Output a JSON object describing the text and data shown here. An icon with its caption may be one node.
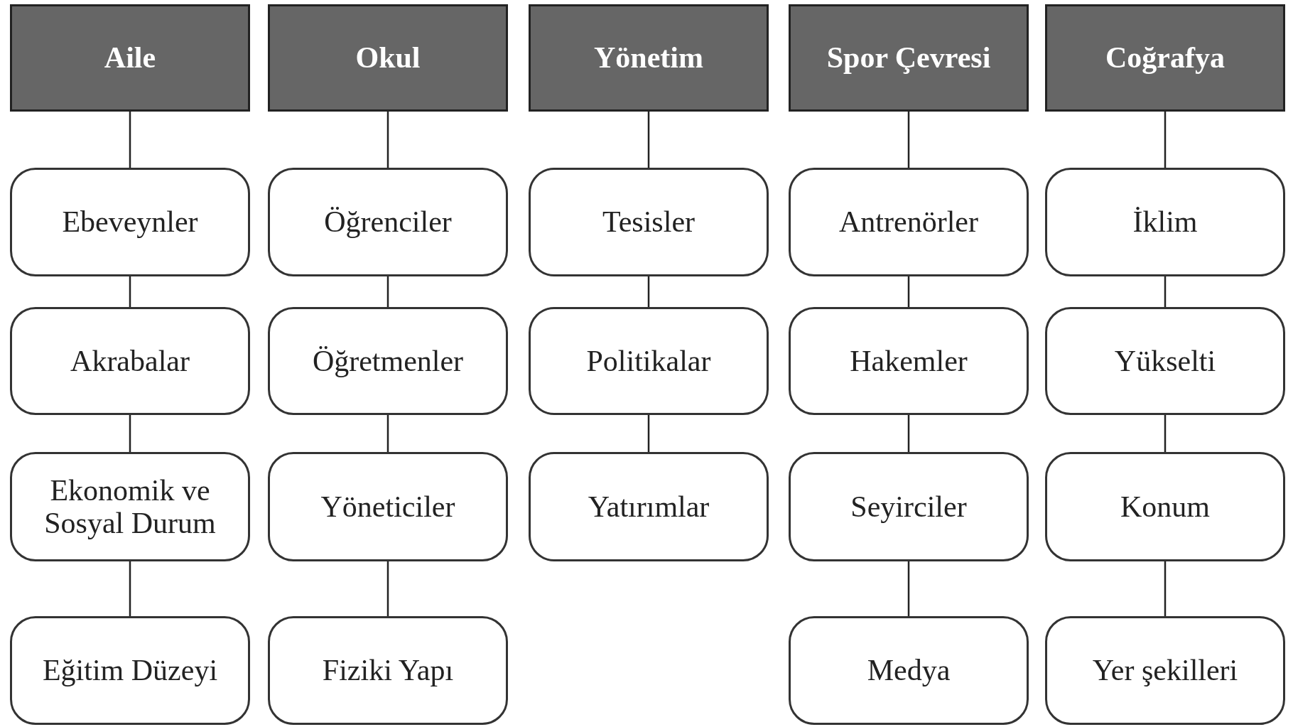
{
  "diagram": {
    "nodes": [
      {
        "text": [
          "Aile"
        ]
      },
      {
        "text": [
          "Okul"
        ]
      },
      {
        "text": [
          "Yönetim"
        ]
      },
      {
        "text": [
          "Spor Çevresi"
        ]
      },
      {
        "text": [
          "Coğrafya"
        ]
      },
      {
        "text": [
          "Ebeveynler"
        ]
      },
      {
        "text": [
          "Akrabalar"
        ]
      },
      {
        "text": [
          "Ekonomik ve Sosyal Durum"
        ]
      },
      {
        "text": [
          "Eğitim Düzeyi"
        ]
      },
      {
        "text": [
          "Öğrenciler"
        ]
      },
      {
        "text": [
          "Öğretmenler"
        ]
      },
      {
        "text": [
          "Yöneticiler"
        ]
      },
      {
        "text": [
          "Fiziki Yapı"
        ]
      },
      {
        "text": [
          "Tesisler"
        ]
      },
      {
        "text": [
          "Politikalar"
        ]
      },
      {
        "text": [
          "Yatırımlar"
        ]
      },
      {
        "text": [
          "Antrenörler"
        ]
      },
      {
        "text": [
          "Hakemler"
        ]
      },
      {
        "text": [
          "Seyirciler"
        ]
      },
      {
        "text": [
          "Medya"
        ]
      },
      {
        "text": [
          "İklim"
        ]
      },
      {
        "text": [
          "Yükselti"
        ]
      },
      {
        "text": [
          "Konum"
        ]
      },
      {
        "text": [
          "Yer şekilleri"
        ]
      }
    ],
    "edges": [
      {
        "from": 0,
        "to": 5,
        "arrow": "none"
      },
      {
        "from": 5,
        "to": 6,
        "arrow": "none"
      },
      {
        "from": 6,
        "to": 7,
        "arrow": "none"
      },
      {
        "from": 7,
        "to": 8,
        "arrow": "none"
      },
      {
        "from": 1,
        "to": 9,
        "arrow": "none"
      },
      {
        "from": 9,
        "to": 10,
        "arrow": "none"
      },
      {
        "from": 10,
        "to": 11,
        "arrow": "none"
      },
      {
        "from": 11,
        "to": 12,
        "arrow": "none"
      },
      {
        "from": 2,
        "to": 13,
        "arrow": "none"
      },
      {
        "from": 13,
        "to": 14,
        "arrow": "none"
      },
      {
        "from": 14,
        "to": 15,
        "arrow": "none"
      },
      {
        "from": 3,
        "to": 16,
        "arrow": "none"
      },
      {
        "from": 16,
        "to": 17,
        "arrow": "none"
      },
      {
        "from": 17,
        "to": 18,
        "arrow": "none"
      },
      {
        "from": 18,
        "to": 19,
        "arrow": "none"
      },
      {
        "from": 4,
        "to": 20,
        "arrow": "none"
      },
      {
        "from": 20,
        "to": 21,
        "arrow": "none"
      },
      {
        "from": 21,
        "to": 22,
        "arrow": "none"
      },
      {
        "from": 22,
        "to": 23,
        "arrow": "none"
      }
    ]
  }
}
